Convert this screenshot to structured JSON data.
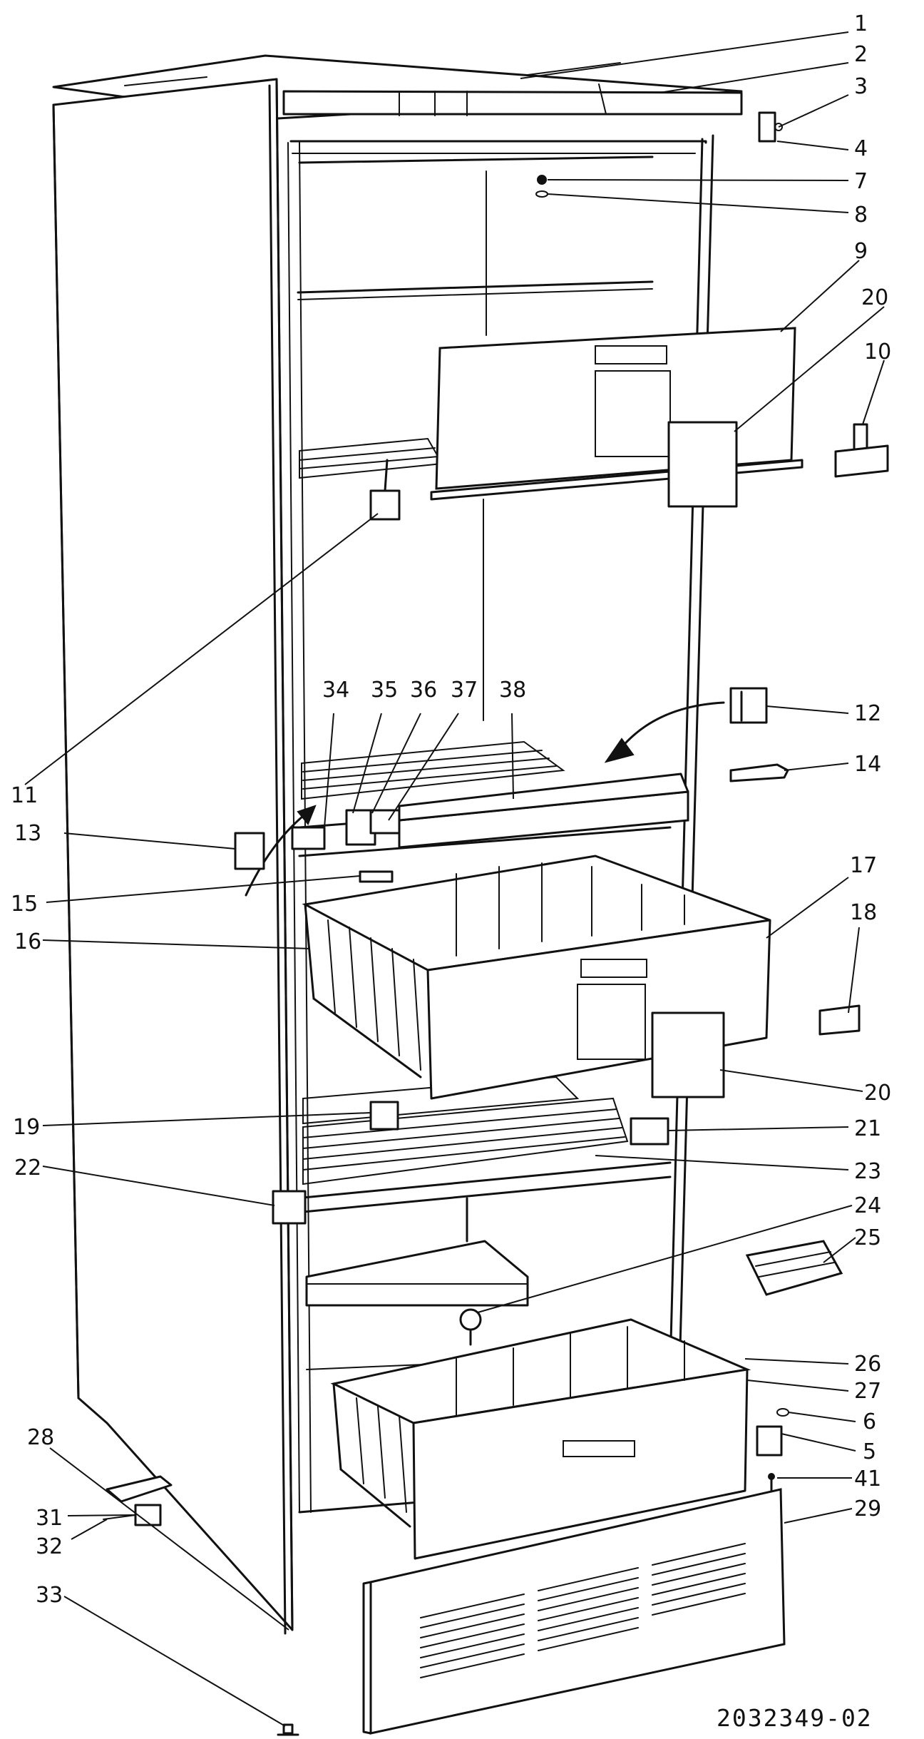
{
  "drawing_number": "2032349-02",
  "callouts": [
    {
      "id": "1",
      "label": "1"
    },
    {
      "id": "2",
      "label": "2"
    },
    {
      "id": "3",
      "label": "3"
    },
    {
      "id": "4",
      "label": "4"
    },
    {
      "id": "7",
      "label": "7"
    },
    {
      "id": "8",
      "label": "8"
    },
    {
      "id": "9",
      "label": "9"
    },
    {
      "id": "20a",
      "label": "20"
    },
    {
      "id": "10",
      "label": "10"
    },
    {
      "id": "34",
      "label": "34"
    },
    {
      "id": "35",
      "label": "35"
    },
    {
      "id": "36",
      "label": "36"
    },
    {
      "id": "37",
      "label": "37"
    },
    {
      "id": "38",
      "label": "38"
    },
    {
      "id": "12",
      "label": "12"
    },
    {
      "id": "11",
      "label": "11"
    },
    {
      "id": "14",
      "label": "14"
    },
    {
      "id": "13",
      "label": "13"
    },
    {
      "id": "17",
      "label": "17"
    },
    {
      "id": "15",
      "label": "15"
    },
    {
      "id": "18",
      "label": "18"
    },
    {
      "id": "16",
      "label": "16"
    },
    {
      "id": "20b",
      "label": "20"
    },
    {
      "id": "19",
      "label": "19"
    },
    {
      "id": "21",
      "label": "21"
    },
    {
      "id": "22",
      "label": "22"
    },
    {
      "id": "23",
      "label": "23"
    },
    {
      "id": "24",
      "label": "24"
    },
    {
      "id": "25",
      "label": "25"
    },
    {
      "id": "26",
      "label": "26"
    },
    {
      "id": "27",
      "label": "27"
    },
    {
      "id": "28",
      "label": "28"
    },
    {
      "id": "6",
      "label": "6"
    },
    {
      "id": "5",
      "label": "5"
    },
    {
      "id": "41",
      "label": "41"
    },
    {
      "id": "31",
      "label": "31"
    },
    {
      "id": "29",
      "label": "29"
    },
    {
      "id": "32",
      "label": "32"
    },
    {
      "id": "33",
      "label": "33"
    }
  ]
}
